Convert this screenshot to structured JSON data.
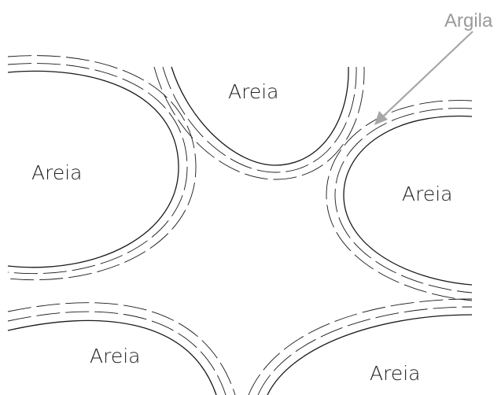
{
  "grains": [
    {
      "label": "Areia"
    },
    {
      "label": "Areia"
    },
    {
      "label": "Areia"
    },
    {
      "label": "Areia"
    },
    {
      "label": "Areia"
    }
  ],
  "callout": {
    "label": "Argila"
  },
  "colors": {
    "lines": "#1a1a1a",
    "arrow": "#a6a6a6",
    "callout_text": "#9a9a9a"
  }
}
